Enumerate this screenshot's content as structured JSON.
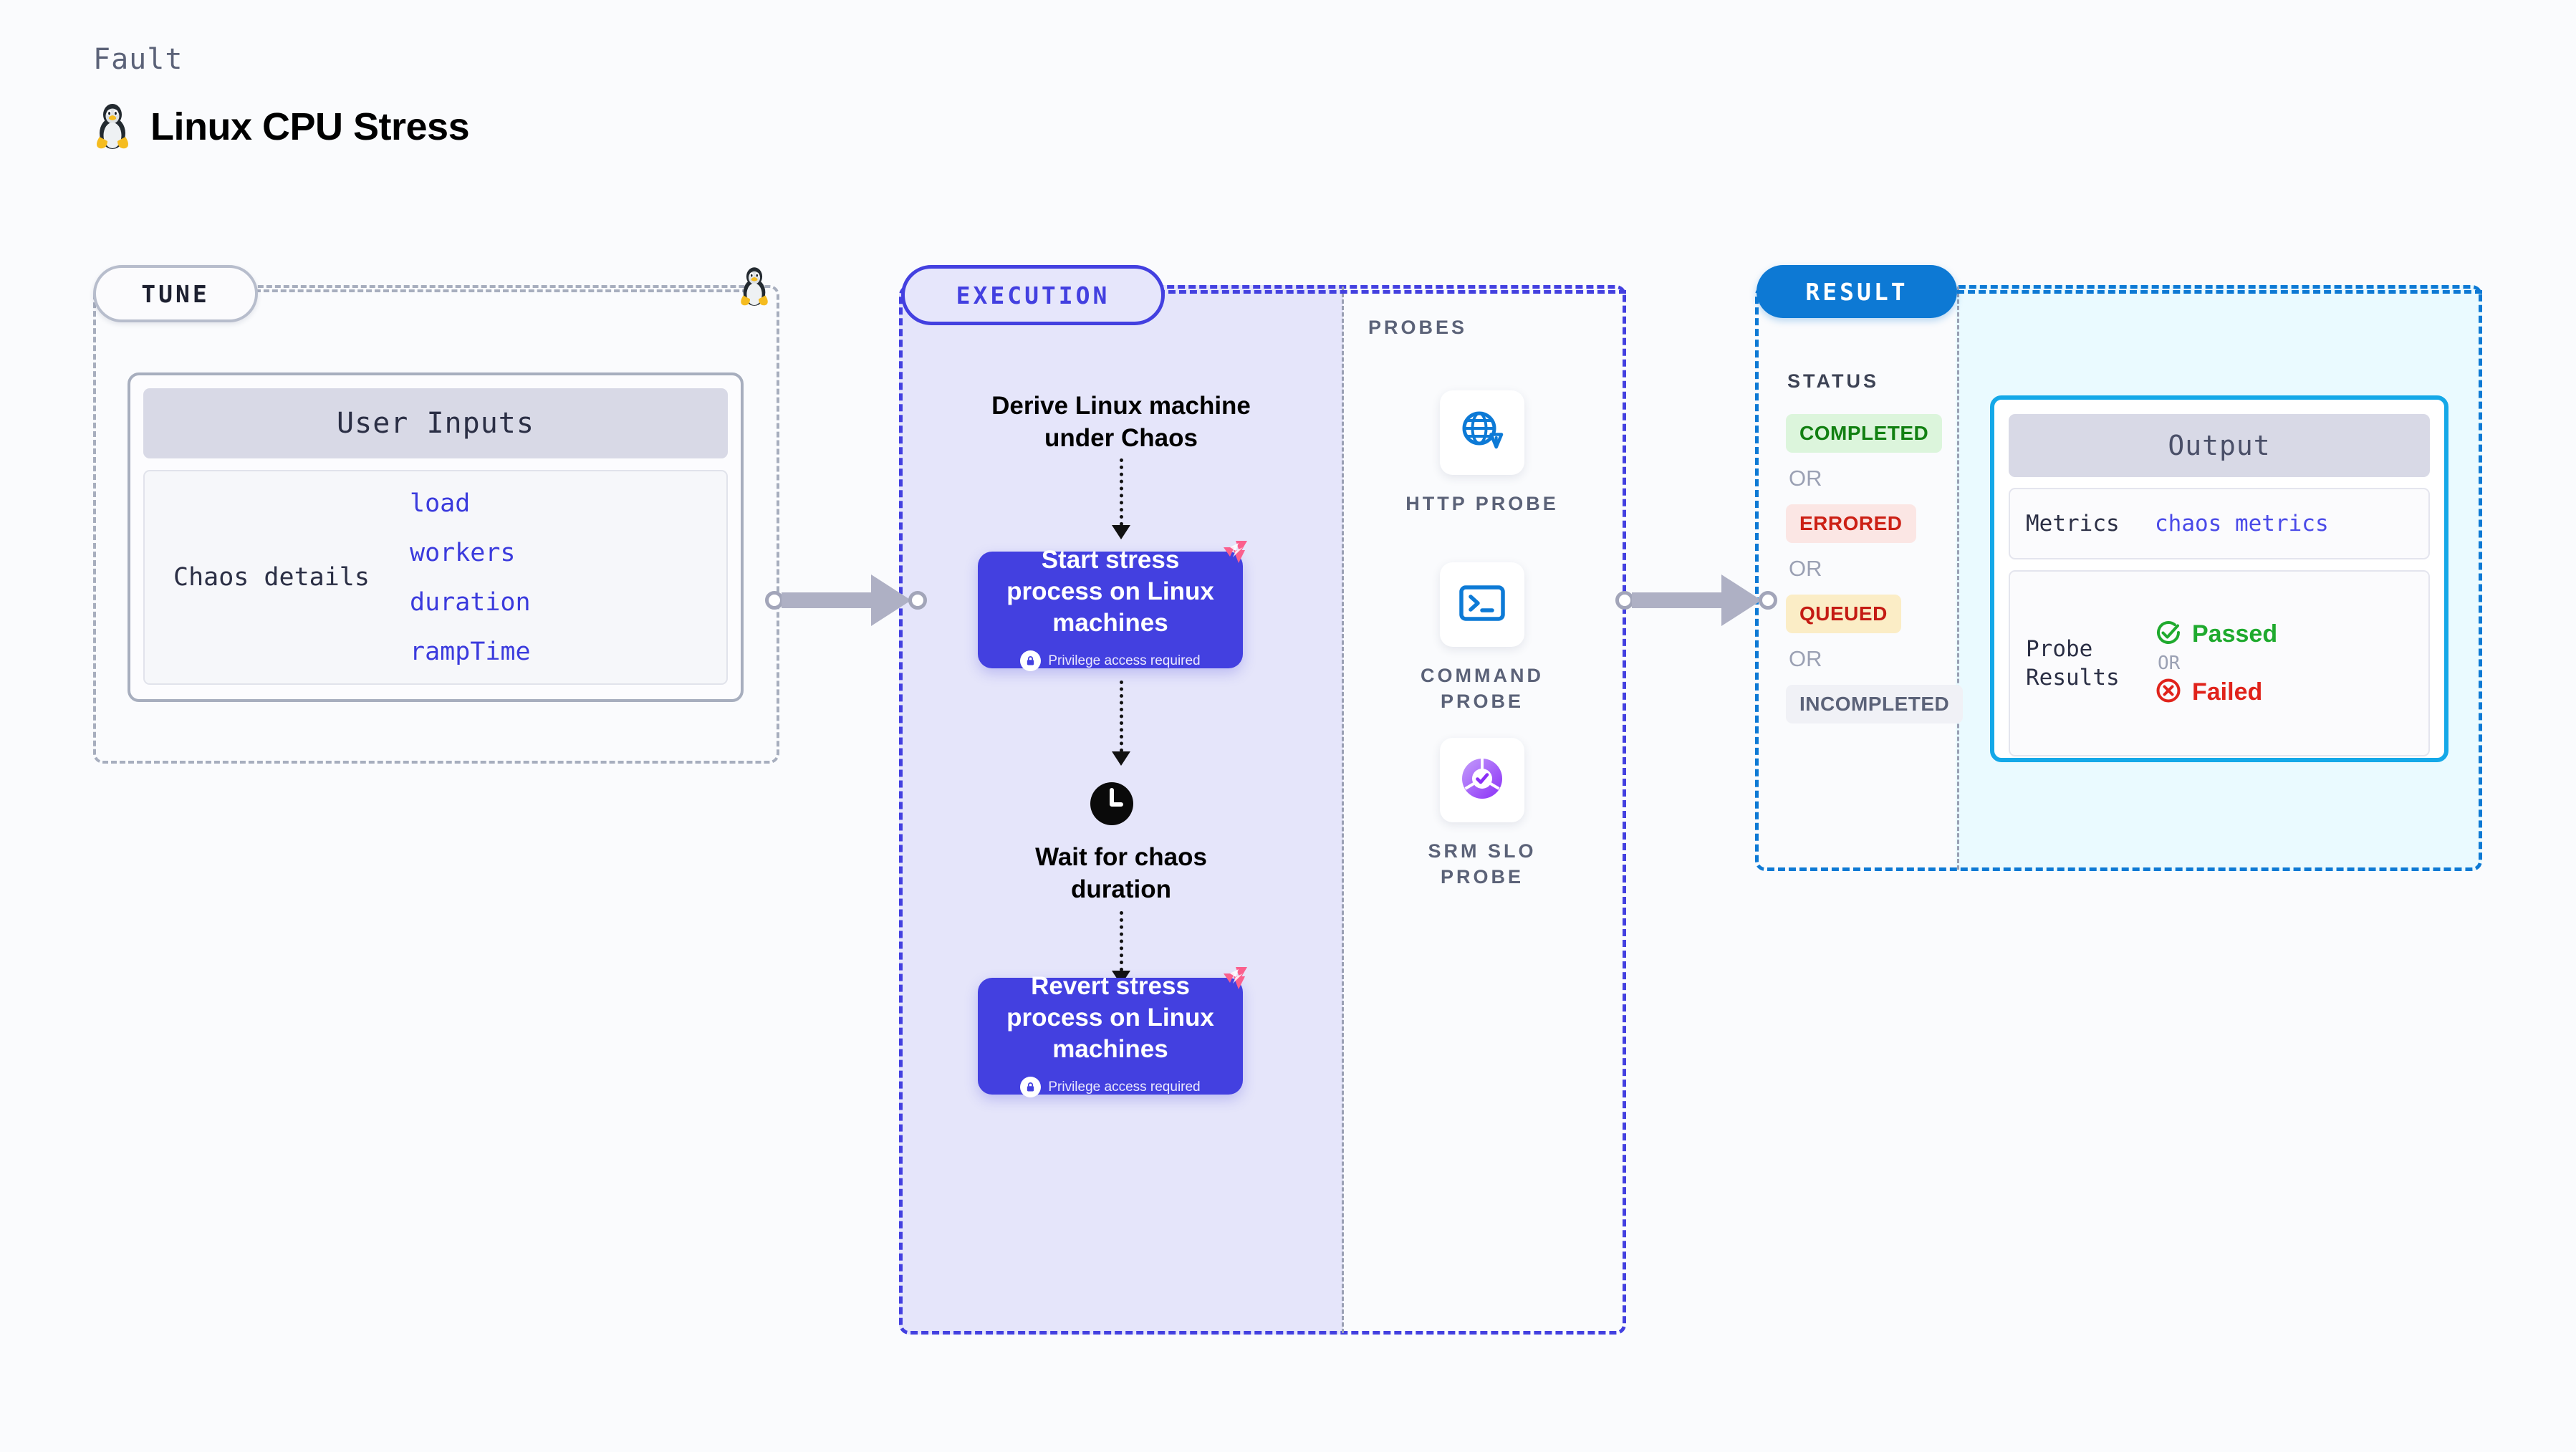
{
  "header": {
    "kicker": "Fault",
    "title": "Linux CPU Stress",
    "icon": "linux-tux-icon"
  },
  "tune": {
    "pill_label": "TUNE",
    "corner_icon": "linux-tux-icon",
    "card": {
      "header": "User Inputs",
      "row_label": "Chaos details",
      "params": [
        "load",
        "workers",
        "duration",
        "rampTime"
      ]
    }
  },
  "execution": {
    "pill_label": "EXECUTION",
    "steps": [
      {
        "kind": "text",
        "label": "Derive Linux machine\nunder Chaos"
      },
      {
        "kind": "node",
        "label": "Start stress\nprocess on Linux\nmachines",
        "privilege": "Privilege access required",
        "icon": "lock-icon",
        "badge": "harness-chaos-icon"
      },
      {
        "kind": "text",
        "icon": "clock-icon",
        "label": "Wait for chaos\nduration"
      },
      {
        "kind": "node",
        "label": "Revert stress\nprocess on Linux\nmachines",
        "privilege": "Privilege access required",
        "icon": "lock-icon",
        "badge": "harness-chaos-icon"
      }
    ],
    "probes": {
      "label": "PROBES",
      "items": [
        {
          "name": "HTTP  PROBE",
          "icon": "globe-warning-icon"
        },
        {
          "name": "COMMAND\nPROBE",
          "icon": "terminal-icon"
        },
        {
          "name": "SRM  SLO\nPROBE",
          "icon": "srm-slo-donut-icon"
        }
      ]
    }
  },
  "result": {
    "pill_label": "RESULT",
    "status_label": "STATUS",
    "or_label": "OR",
    "statuses": [
      {
        "label": "COMPLETED",
        "bg": "#dcf5dc",
        "fg": "#128012"
      },
      {
        "label": "ERRORED",
        "bg": "#fbe6e4",
        "fg": "#cc2015"
      },
      {
        "label": "QUEUED",
        "bg": "#fbedc6",
        "fg": "#c41b13"
      },
      {
        "label": "INCOMPLETED",
        "bg": "#f0f1f6",
        "fg": "#5b6278"
      }
    ],
    "output": {
      "header": "Output",
      "metrics_key": "Metrics",
      "metrics_value": "chaos metrics",
      "probe_results_key": "Probe\nResults",
      "passed_label": "Passed",
      "passed_icon": "check-circle-icon",
      "or_label": "OR",
      "failed_label": "Failed",
      "failed_icon": "x-circle-icon"
    }
  },
  "connectors": [
    {
      "name": "tune-to-execution-arrow"
    },
    {
      "name": "execution-to-result-arrow"
    }
  ],
  "colors": {
    "page_bg": "#fafbfd",
    "tune_border": "#a7aebe",
    "execution_accent": "#4340e0",
    "execution_fill": "#e5e5fa",
    "result_accent": "#0d79d4",
    "result_fill": "#eafaff",
    "output_border": "#14a8e8",
    "param_text": "#3b3bdd",
    "probe_blue": "#0d7ad6",
    "probe_purple": "#9b4dfb",
    "harness_pink": "#fb5f8d"
  }
}
